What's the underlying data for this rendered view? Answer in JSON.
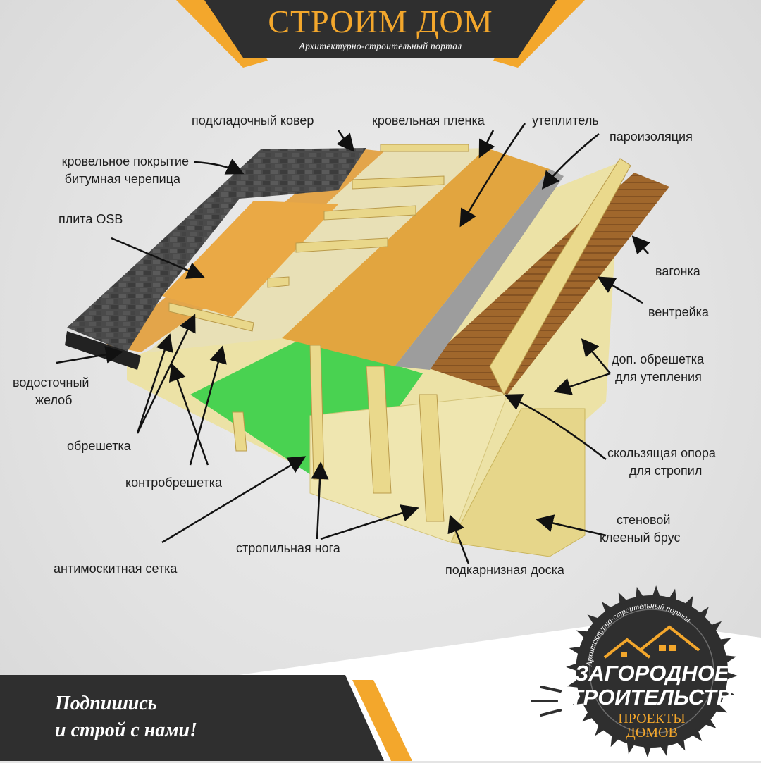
{
  "brand": {
    "title": "СТРОИМ ДОМ",
    "subtitle": "Архитектурно-строительный портал"
  },
  "labels": {
    "underlay": "подкладочный ковер",
    "membrane": "кровельная пленка",
    "insulation": "утеплитель",
    "vapor_barrier": "пароизоляция",
    "roofing_1": "кровельное покрытие",
    "roofing_2": "битумная черепица",
    "osb": "плита OSB",
    "lining": "вагонка",
    "vent_batten": "вентрейка",
    "extra_batten_1": "доп. обрешетка",
    "extra_batten_2": "для утепления",
    "gutter_1": "водосточный",
    "gutter_2": "желоб",
    "batten": "обрешетка",
    "counter_batten": "контробрешетка",
    "sliding_support_1": "скользящая опора",
    "sliding_support_2": "для стропил",
    "wall_beam_1": "стеновой",
    "wall_beam_2": "клееный брус",
    "rafter": "стропильная нога",
    "mosquito_net": "антимоскитная сетка",
    "fascia": "подкарнизная доска"
  },
  "footer": {
    "line1": "Подпишись",
    "line2": "и строй с нами!"
  },
  "logo": {
    "arc_text": "Архитектурно-строительный портал",
    "line1": "ЗАГОРОДНОЕ",
    "line2": "СТРОИТЕЛЬСТВО",
    "line3": "ПРОЕКТЫ",
    "line4": "ДОМОВ"
  },
  "colors": {
    "accent": "#f3a72c",
    "dark": "#2f2f2f",
    "background": "#e4e4e4"
  }
}
